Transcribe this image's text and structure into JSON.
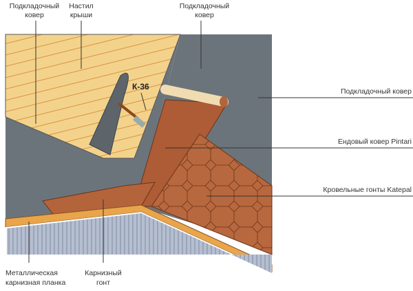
{
  "labels": {
    "underlay_top_left": [
      "Подкладочный",
      "ковер"
    ],
    "roof_deck": [
      "Настил",
      "крыши"
    ],
    "underlay_top_center": [
      "Подкладочный",
      "ковер"
    ],
    "k36": "К-36",
    "underlay_right": "Подкладочный ковер",
    "valley_carpet": "Ендовый ковер Pintari",
    "shingles": "Кровельные гонты Katepal",
    "metal_drip_edge": [
      "Металлическая",
      "карнизная планка"
    ],
    "eave_shingle": [
      "Карнизный",
      "гонт"
    ]
  },
  "colors": {
    "deck": "#f3d28c",
    "underlay": "#6c747b",
    "shingle": "#b4643b",
    "fascia": "#aab4c6",
    "eave": "#e9a54a"
  }
}
